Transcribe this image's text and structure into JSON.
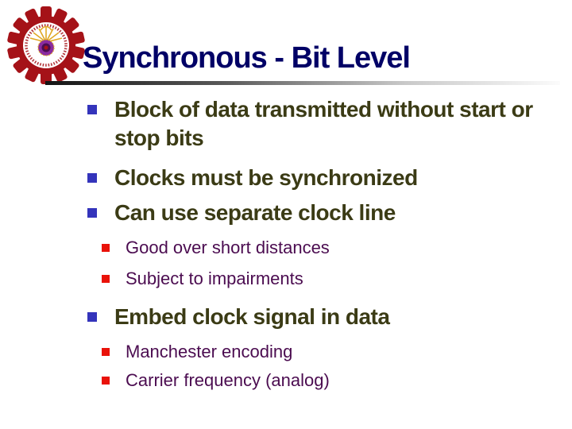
{
  "slide": {
    "title": "Synchronous - Bit Level",
    "bullets": [
      {
        "level": 1,
        "label": "Block of data transmitted without start or stop bits"
      },
      {
        "level": 1,
        "label": "Clocks must be synchronized"
      },
      {
        "level": 1,
        "label": "Can use separate clock line"
      },
      {
        "level": 2,
        "label": "Good over short distances"
      },
      {
        "level": 2,
        "label": "Subject to impairments"
      },
      {
        "level": 1,
        "label": "Embed clock signal in data"
      },
      {
        "level": 2,
        "label": "Manchester encoding"
      },
      {
        "level": 2,
        "label": "Carrier frequency (analog)"
      }
    ]
  },
  "icons": {
    "logo": "university-seal-logo",
    "level1_bullet": "blue-square-bullet-icon",
    "level2_bullet": "red-square-bullet-icon"
  },
  "colors": {
    "bg": "#ffffff",
    "title-navy": "#000066",
    "main-olive": "#3b3b15",
    "sub-purple": "#4b0c50",
    "bullet-blue": "#3434bb",
    "bullet-red": "#e91209",
    "logo-gear-red": "#a51218",
    "logo-gold": "#e0a824",
    "logo-purple": "#8a2ba0"
  }
}
